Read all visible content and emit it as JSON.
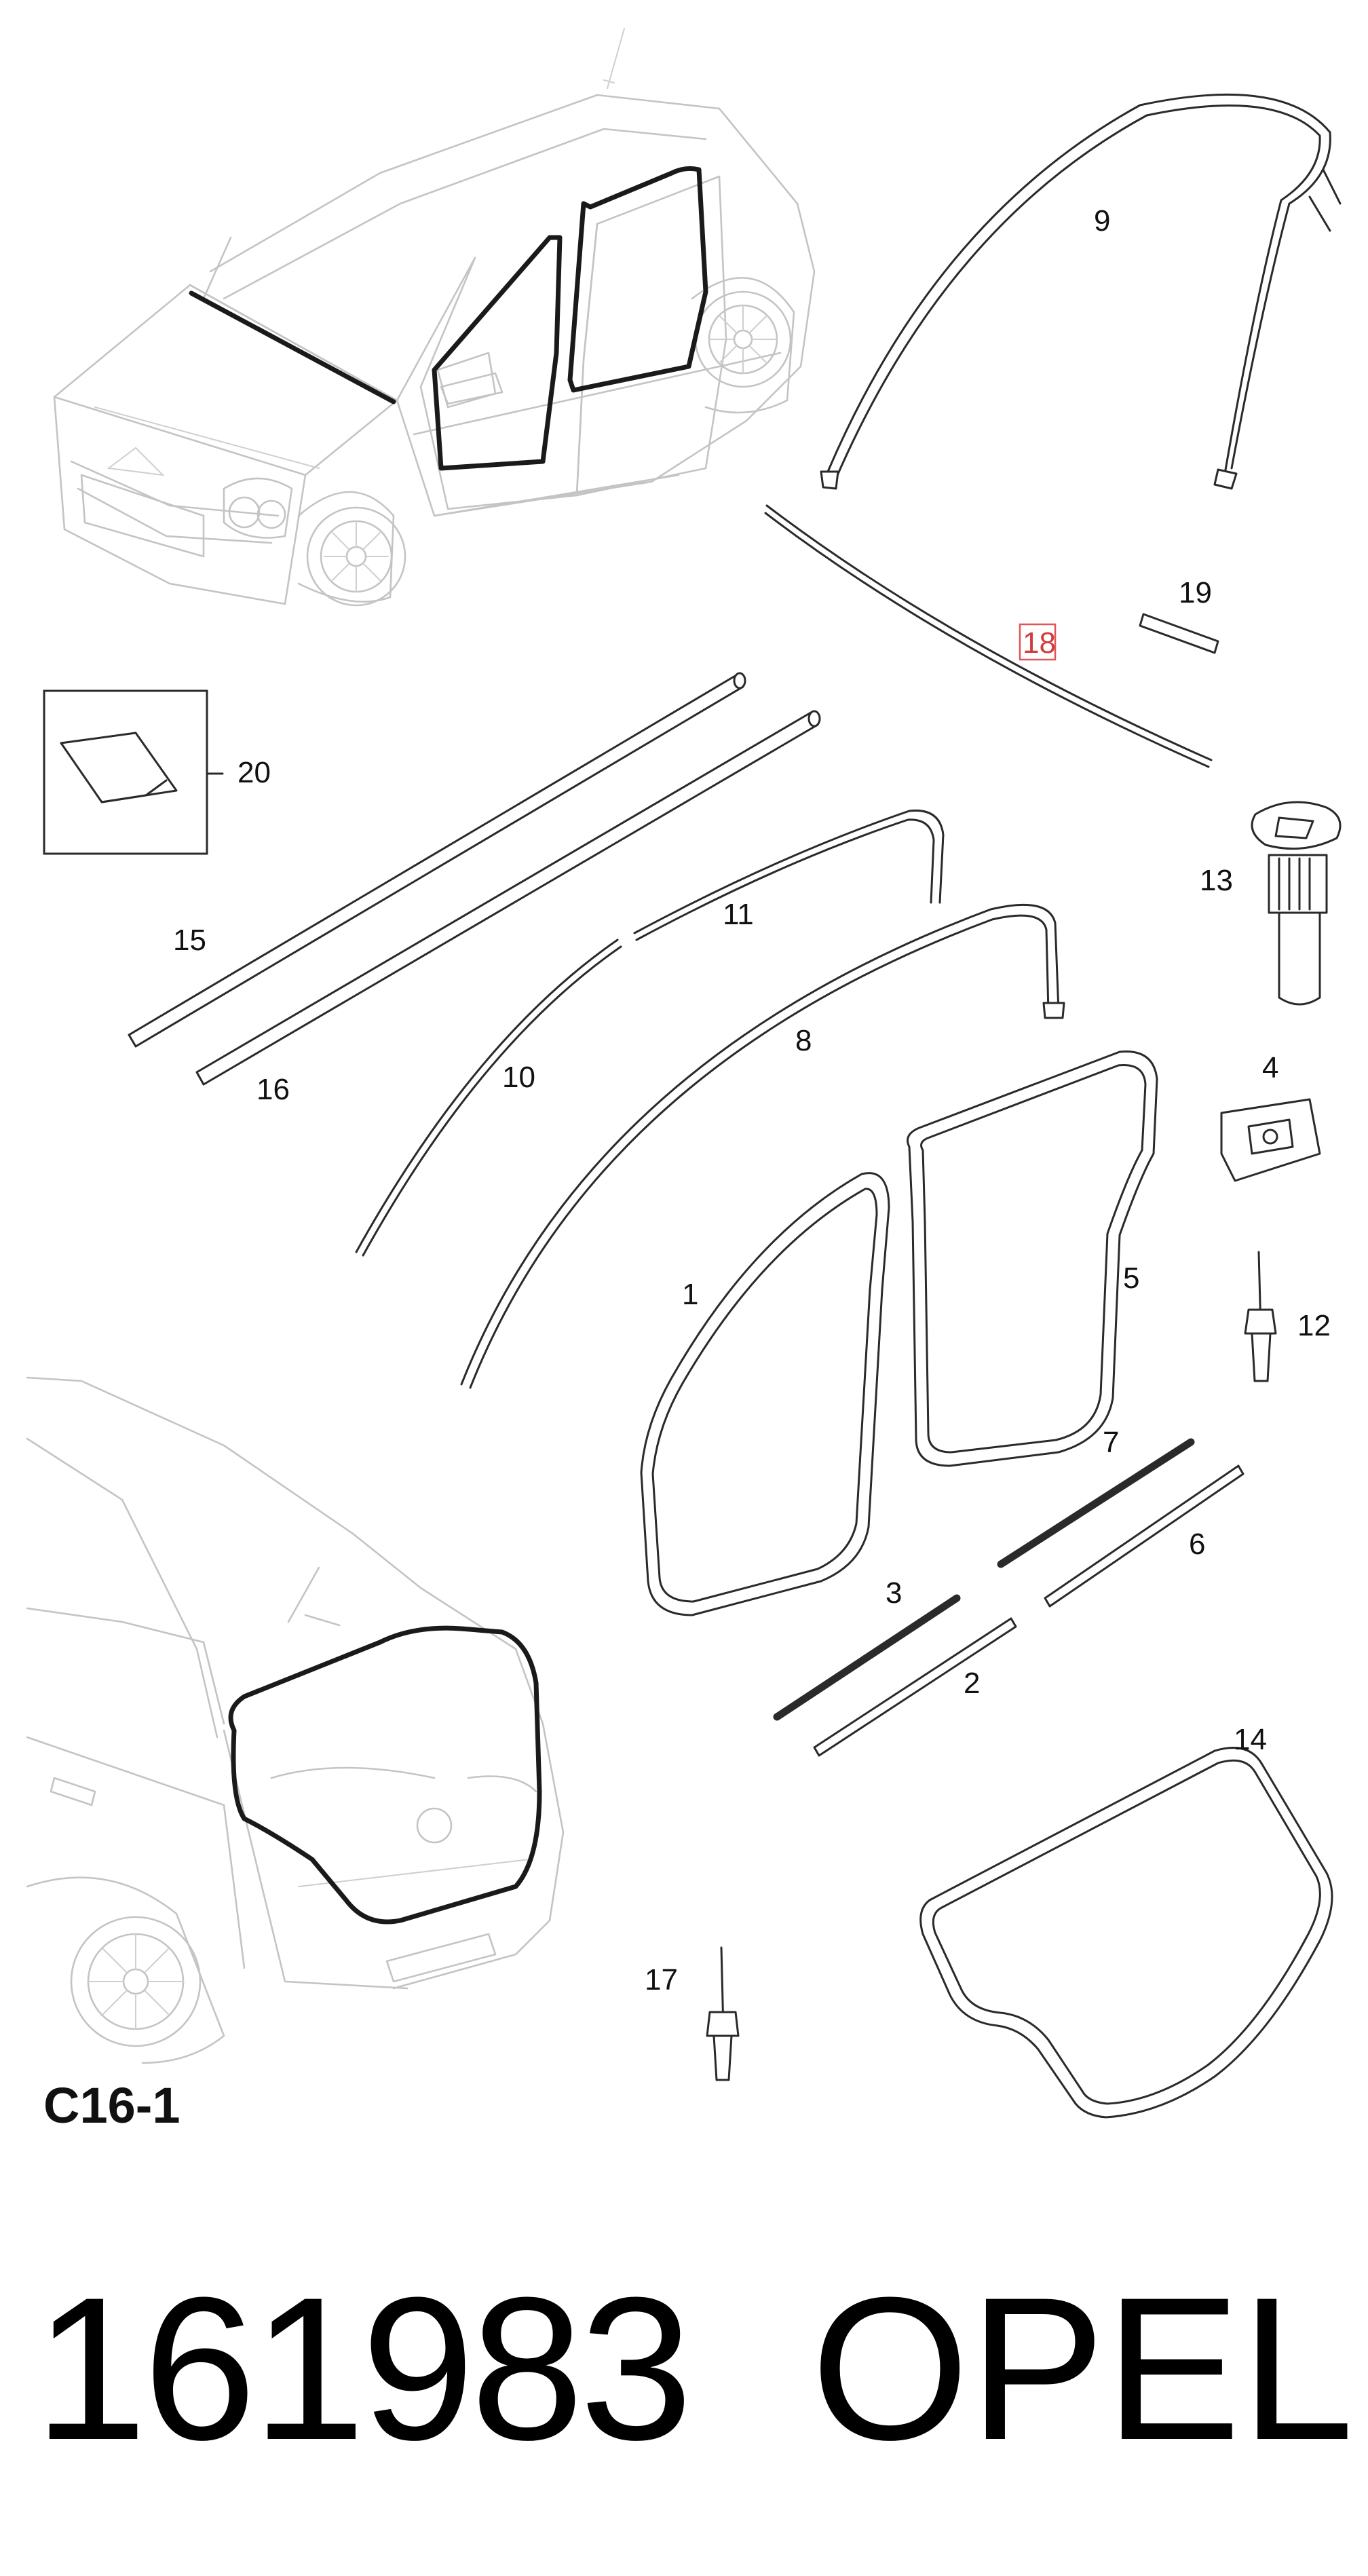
{
  "diagram": {
    "section_code": "C16-1",
    "footer": {
      "part_number": "161983",
      "brand": "OPEL"
    },
    "highlighted_callout": "18",
    "callouts": [
      {
        "id": "c1",
        "label": "1"
      },
      {
        "id": "c2",
        "label": "2"
      },
      {
        "id": "c3",
        "label": "3"
      },
      {
        "id": "c4",
        "label": "4"
      },
      {
        "id": "c5",
        "label": "5"
      },
      {
        "id": "c6",
        "label": "6"
      },
      {
        "id": "c7",
        "label": "7"
      },
      {
        "id": "c8",
        "label": "8"
      },
      {
        "id": "c9",
        "label": "9"
      },
      {
        "id": "c10",
        "label": "10"
      },
      {
        "id": "c11",
        "label": "11"
      },
      {
        "id": "c12",
        "label": "12"
      },
      {
        "id": "c13",
        "label": "13"
      },
      {
        "id": "c14",
        "label": "14"
      },
      {
        "id": "c15",
        "label": "15"
      },
      {
        "id": "c16",
        "label": "16"
      },
      {
        "id": "c17",
        "label": "17"
      },
      {
        "id": "c18",
        "label": "18"
      },
      {
        "id": "c19",
        "label": "19"
      },
      {
        "id": "c20",
        "label": "20"
      }
    ],
    "colors": {
      "highlight": "#e35555",
      "car_outline": "#c4c4c4",
      "seal": "#1a1a1a"
    }
  }
}
